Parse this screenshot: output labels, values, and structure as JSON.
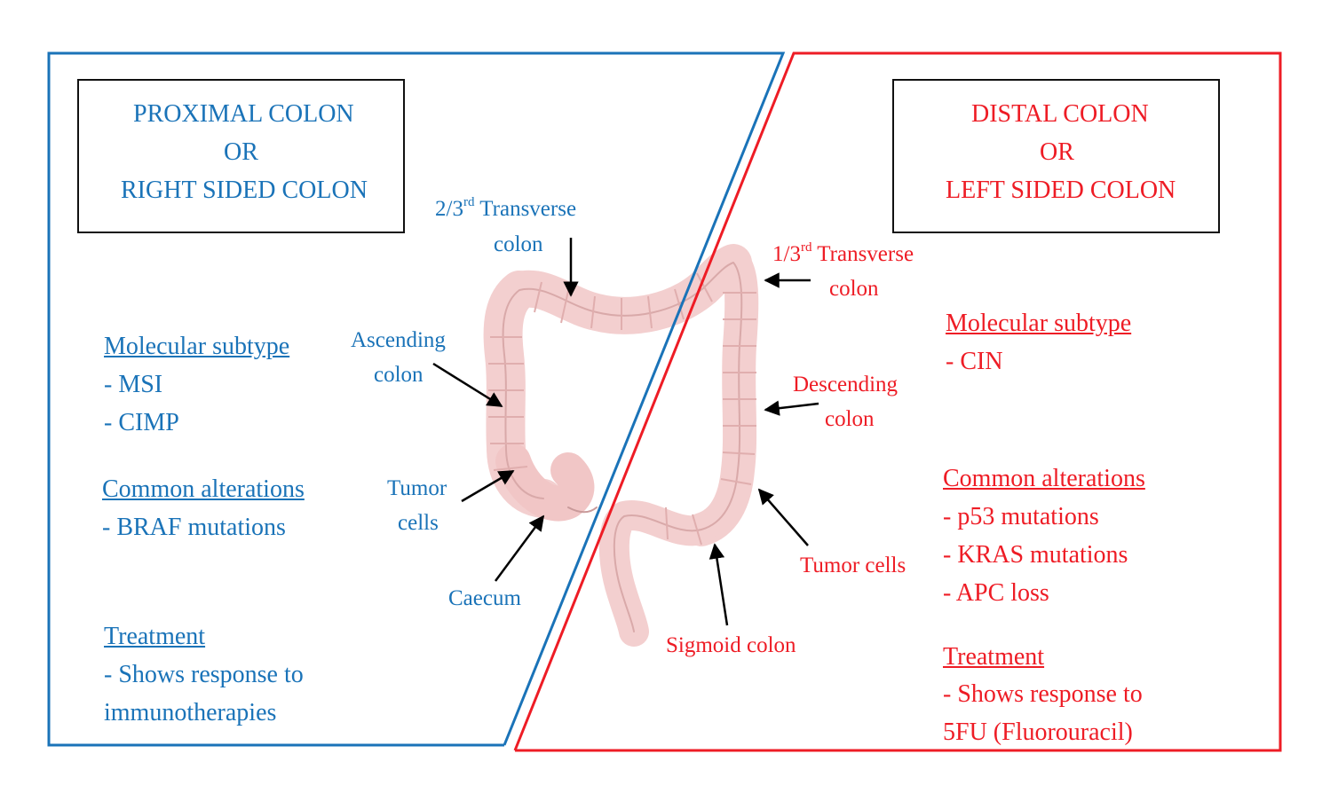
{
  "colors": {
    "proximal": "#1a73b8",
    "distal": "#ee1c25",
    "box_border": "#111111",
    "colon_fill": "#f3cfcf",
    "colon_stroke": "#c9a0a0"
  },
  "proximal": {
    "title_line1": "PROXIMAL COLON",
    "title_line2": "OR",
    "title_line3": "RIGHT SIDED COLON",
    "molecular_heading": "Molecular subtype",
    "molecular_items": [
      "- MSI",
      "- CIMP"
    ],
    "alterations_heading": "Common  alterations",
    "alterations_items": [
      "- BRAF mutations"
    ],
    "treatment_heading": "Treatment",
    "treatment_lines": [
      "- Shows response to",
      "immunotherapies"
    ]
  },
  "distal": {
    "title_line1": "DISTAL COLON",
    "title_line2": "OR",
    "title_line3": "LEFT SIDED COLON",
    "molecular_heading": "Molecular subtype",
    "molecular_items": [
      "- CIN"
    ],
    "alterations_heading": "Common  alterations",
    "alterations_items": [
      "- p53 mutations",
      "- KRAS mutations",
      "- APC loss"
    ],
    "treatment_heading": "Treatment",
    "treatment_lines": [
      "- Shows response to",
      "5FU (Fluorouracil)"
    ]
  },
  "labels": {
    "transverse_23_num": "2/3",
    "transverse_23_sup": "rd",
    "transverse_23_word": " Transverse",
    "transverse_23_line2": "colon",
    "ascending_line1": "Ascending",
    "ascending_line2": "colon",
    "tumor_left_line1": "Tumor",
    "tumor_left_line2": "cells",
    "caecum": "Caecum",
    "transverse_13_num": "1/3",
    "transverse_13_sup": "rd",
    "transverse_13_word": " Transverse",
    "transverse_13_line2": "colon",
    "descending_line1": "Descending",
    "descending_line2": "colon",
    "tumor_right": "Tumor cells",
    "sigmoid": "Sigmoid colon"
  }
}
